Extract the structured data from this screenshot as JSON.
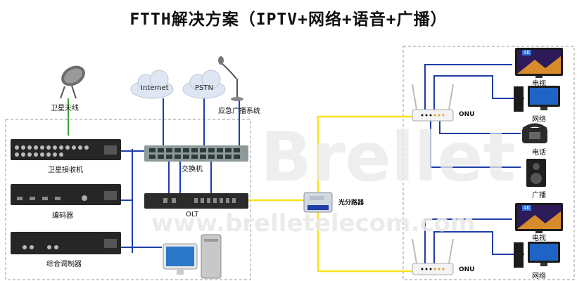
{
  "title": "FTTH解决方案（IPTV+网络+语音+广播）",
  "labels": {
    "satellite_antenna": "卫星天线",
    "satellite_receiver": "卫星接收机",
    "encoder": "编码器",
    "integrated_modulator": "综合调制器",
    "internet": "Internet",
    "pstn": "PSTN",
    "emergency_broadcast": "应急广播系统",
    "switch": "交换机",
    "olt": "OLT",
    "splitter": "光分路器",
    "onu_top": "ONU",
    "onu_bottom": "ONU",
    "tv_top": "电视",
    "network_top": "网络",
    "phone": "电话",
    "broadcast": "广播",
    "tv_bottom": "电视",
    "network_bottom": "网络",
    "tv_badge": "4K"
  },
  "watermark": {
    "brand": "Brellet",
    "url": "www.brelletelecom.com"
  },
  "colors": {
    "blue_link": "#1f3ea6",
    "fiber": "#f5e21b",
    "green_link": "#3aa23a",
    "dashed_box": "#9a9a9a"
  }
}
